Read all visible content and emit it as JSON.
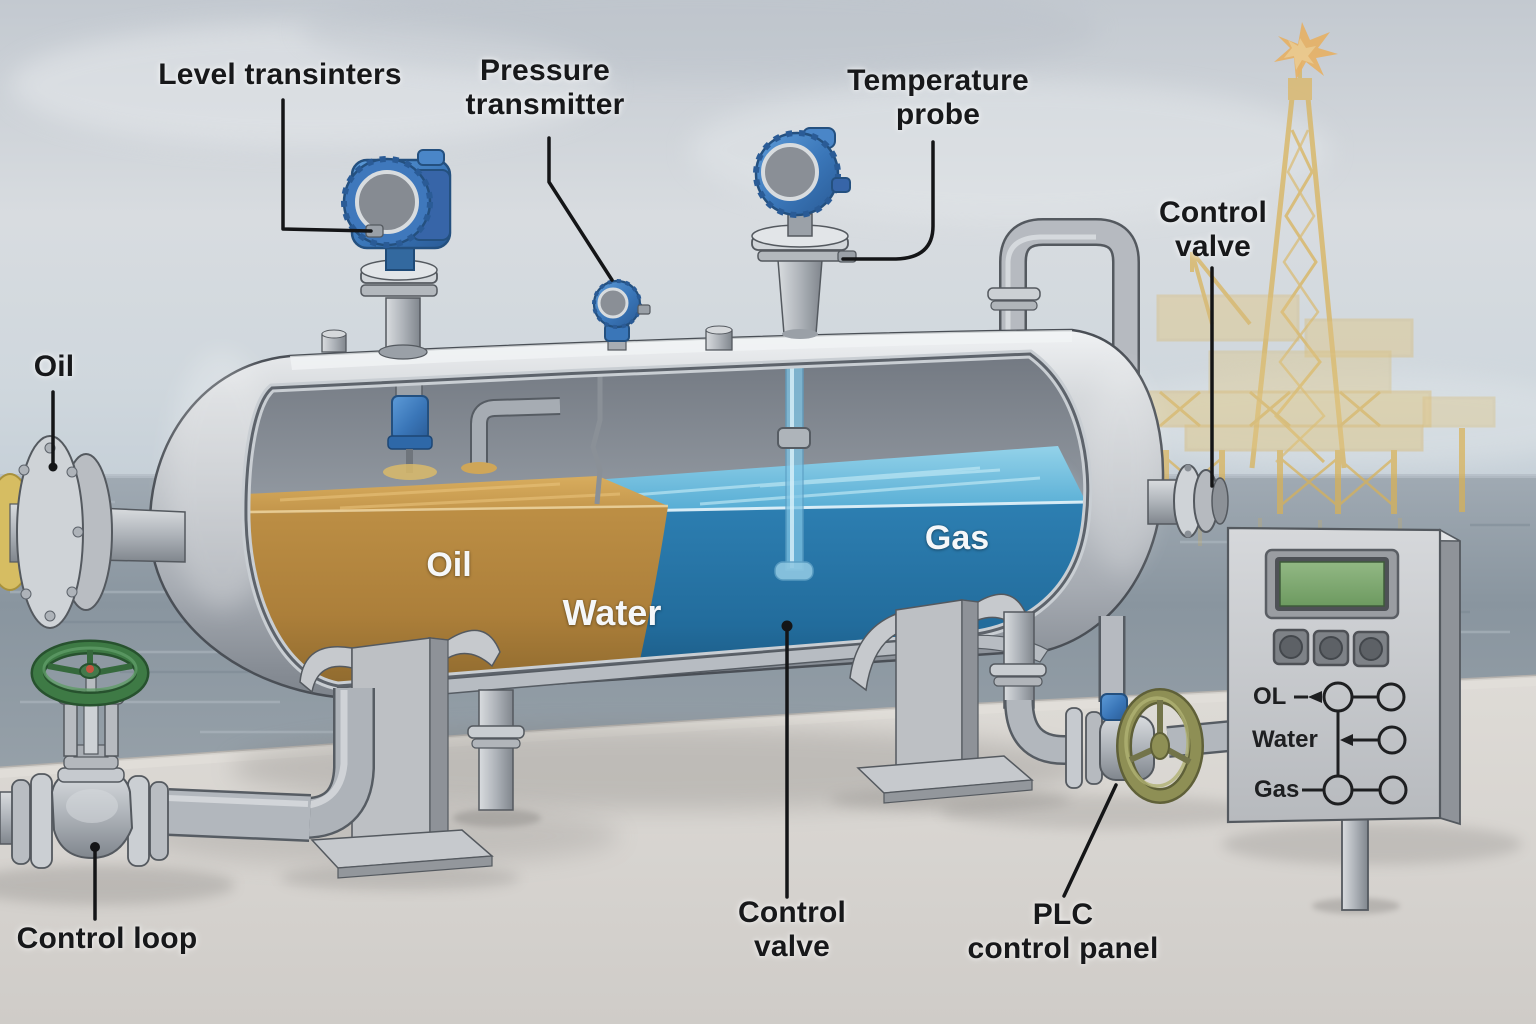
{
  "labels": {
    "level_transmitters": "Level transinters",
    "pressure_transmitter_line1": "Pressure",
    "pressure_transmitter_line2": "transmitter",
    "temperature_probe_line1": "Temperature",
    "temperature_probe_line2": "probe",
    "control_valve_top_line1": "Control",
    "control_valve_top_line2": "valve",
    "oil_inlet": "Oil",
    "control_loop": "Control loop",
    "control_valve_bottom_line1": "Control",
    "control_valve_bottom_line2": "valve",
    "plc_panel_line1": "PLC",
    "plc_panel_line2": "control panel"
  },
  "vessel_contents": {
    "oil": "Oil",
    "water": "Water",
    "gas": "Gas"
  },
  "plc_panel": {
    "rows": [
      {
        "label": "OL"
      },
      {
        "label": "Water"
      },
      {
        "label": "Gas"
      }
    ]
  },
  "colors": {
    "instrument_blue": "#3a7fc1",
    "oil_liquid": "#b5873f",
    "water_liquid": "#2878ad",
    "vessel_shell_gray": "#c3c7cb",
    "green_handwheel": "#3e7a45",
    "olive_handwheel": "#8e8f55",
    "platform_yellow": "#ddb45c",
    "screen_green": "#7ca871",
    "label_text": "#17181a"
  }
}
